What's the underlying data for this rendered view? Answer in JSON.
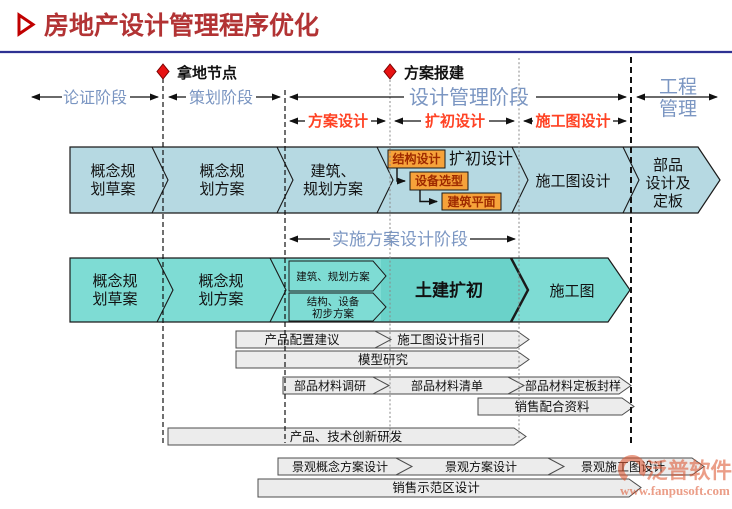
{
  "title": {
    "text": "房地产设计管理程序优化"
  },
  "icons": {
    "title_bullet": "arrow-bullet",
    "milestone_marker": "red-diamond",
    "watermark_logo": "fanpu-swoosh-ring"
  },
  "colors": {
    "title_red": "#b23334",
    "header_rule_blue": "#2e3192",
    "phase_blue": "#7b96c2",
    "subphase_red": "#ff4224",
    "milestone_red": "#e81212",
    "row1_fill": "#b6d9e2",
    "row2_fill": "#7edcd4",
    "row2_emphasis_fill": "#6ad2c9",
    "orange_box_fill": "#f6a23a",
    "task_bar_fill": "#ececec",
    "watermark_orange": "#dc4f28"
  },
  "milestones": {
    "land": "拿地节点",
    "submit": "方案报建"
  },
  "timeline": {
    "phase1": "论证阶段",
    "phase2": "策划阶段",
    "phase3": "设计管理阶段",
    "phase4": [
      "工程",
      "管理"
    ]
  },
  "sub_phases": {
    "p1": "方案设计",
    "p2": "扩初设计",
    "p3": "施工图设计"
  },
  "row1": {
    "seg1": [
      "概念规",
      "划草案"
    ],
    "seg2": [
      "概念规",
      "划方案"
    ],
    "seg3": [
      "建筑、",
      "规划方案"
    ],
    "seg4_label": "扩初设计",
    "box_structure": "结构设计",
    "box_equipment": "设备选型",
    "box_plan": "建筑平面",
    "seg5": "施工图设计",
    "seg6": [
      "部品",
      "设计及",
      "定板"
    ]
  },
  "impl_label": "实施方案设计阶段",
  "row2": {
    "seg1": [
      "概念规",
      "划草案"
    ],
    "seg2": [
      "概念规",
      "划方案"
    ],
    "sub_top": "建筑、规划方案",
    "sub_bottom": [
      "结构、设备",
      "初步方案"
    ],
    "seg4": "土建扩初",
    "seg5": "施工图"
  },
  "tasks": {
    "product_config": "产品配置建议",
    "construction_guide": "施工图设计指引",
    "model_research": "模型研究",
    "material_research": "部品材料调研",
    "material_list": "部品材料清单",
    "material_seal": "部品材料定板封样",
    "sales_support": "销售配合资料",
    "innovation": "产品、技术创新研发",
    "landscape_concept": "景观概念方案设计",
    "landscape_scheme": "景观方案设计",
    "landscape_construction": "景观施工图设计",
    "sales_demo": "销售示范区设计"
  },
  "watermark": {
    "brand": "泛普软件",
    "url": "www.fanpusoft.com"
  }
}
